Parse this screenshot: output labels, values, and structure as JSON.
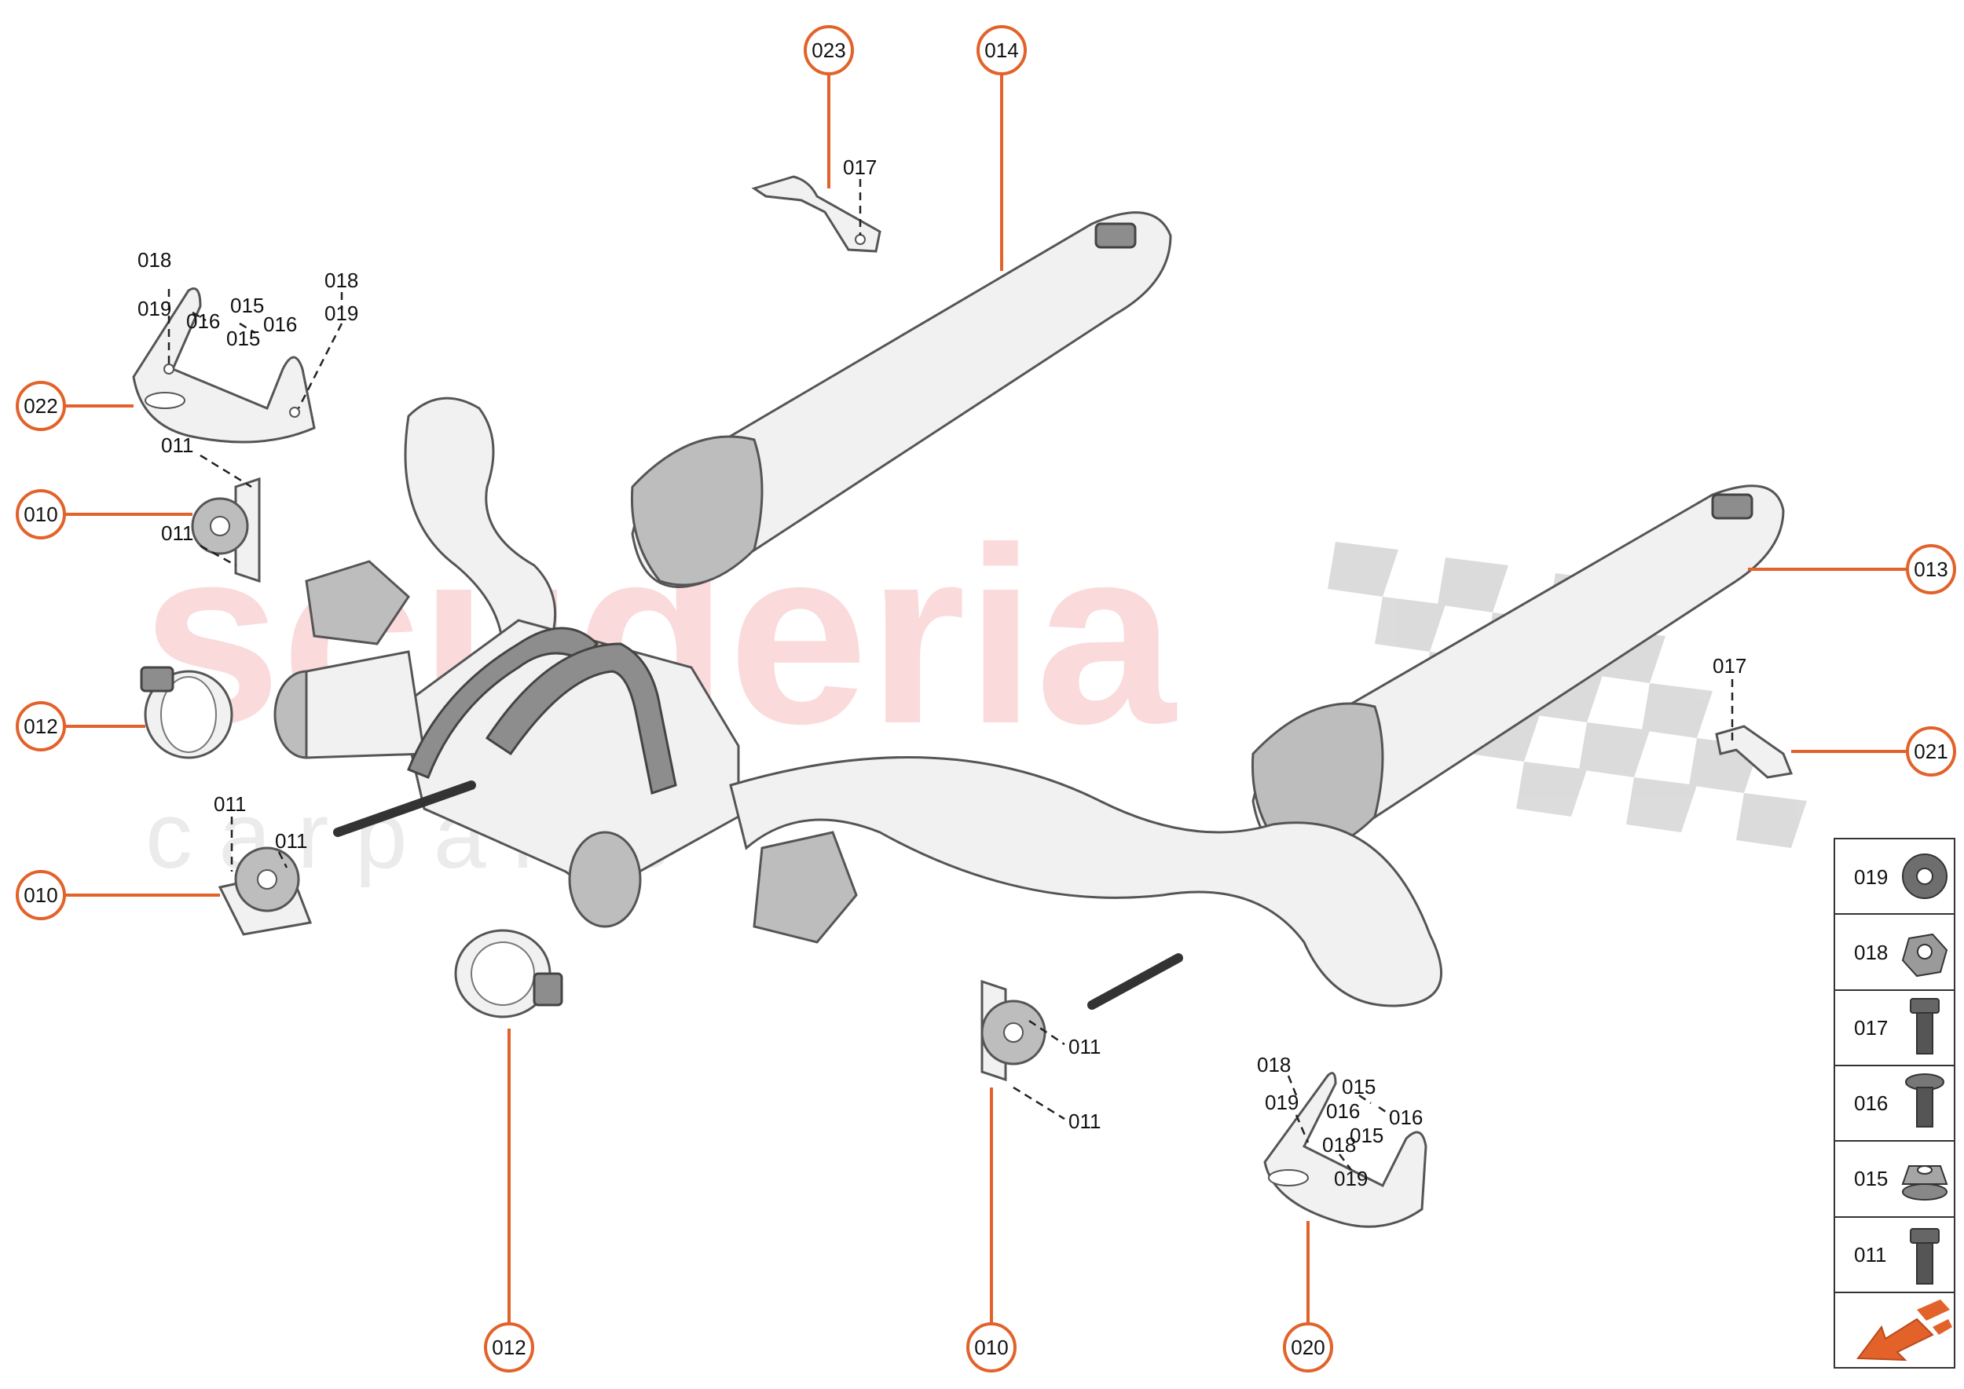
{
  "watermark": {
    "main": "scuderia",
    "sub": "c a r p a r t s"
  },
  "callouts": [
    {
      "id": "c023",
      "label": "023"
    },
    {
      "id": "c014",
      "label": "014"
    },
    {
      "id": "c022",
      "label": "022"
    },
    {
      "id": "c010a",
      "label": "010"
    },
    {
      "id": "c012a",
      "label": "012"
    },
    {
      "id": "c010b",
      "label": "010"
    },
    {
      "id": "c013",
      "label": "013"
    },
    {
      "id": "c021",
      "label": "021"
    },
    {
      "id": "c012b",
      "label": "012"
    },
    {
      "id": "c010c",
      "label": "010"
    },
    {
      "id": "c020",
      "label": "020"
    }
  ],
  "part_labels": {
    "p017_top": "017",
    "p018_a": "018",
    "p019_a": "019",
    "p016_a": "016",
    "p015_a": "015",
    "p015_b": "015",
    "p016_b": "016",
    "p018_b": "018",
    "p019_b": "019",
    "p011_a": "011",
    "p011_b": "011",
    "p011_c": "011",
    "p011_d": "011",
    "p017_right": "017",
    "p011_e": "011",
    "p011_f": "011",
    "p018_c": "018",
    "p019_c": "019",
    "p015_c": "015",
    "p016_c": "016",
    "p016_d": "016",
    "p015_d": "015",
    "p018_d": "018",
    "p019_d": "019"
  },
  "legend": [
    {
      "code": "019",
      "icon": "washer-icon"
    },
    {
      "code": "018",
      "icon": "nut-icon"
    },
    {
      "code": "017",
      "icon": "bolt-icon"
    },
    {
      "code": "016",
      "icon": "flange-screw-icon"
    },
    {
      "code": "015",
      "icon": "flange-nut-icon"
    },
    {
      "code": "011",
      "icon": "bolt-icon"
    }
  ],
  "colors": {
    "accent": "#e2622a",
    "watermark_red": "#fadadb",
    "watermark_grey": "#ebebeb"
  }
}
